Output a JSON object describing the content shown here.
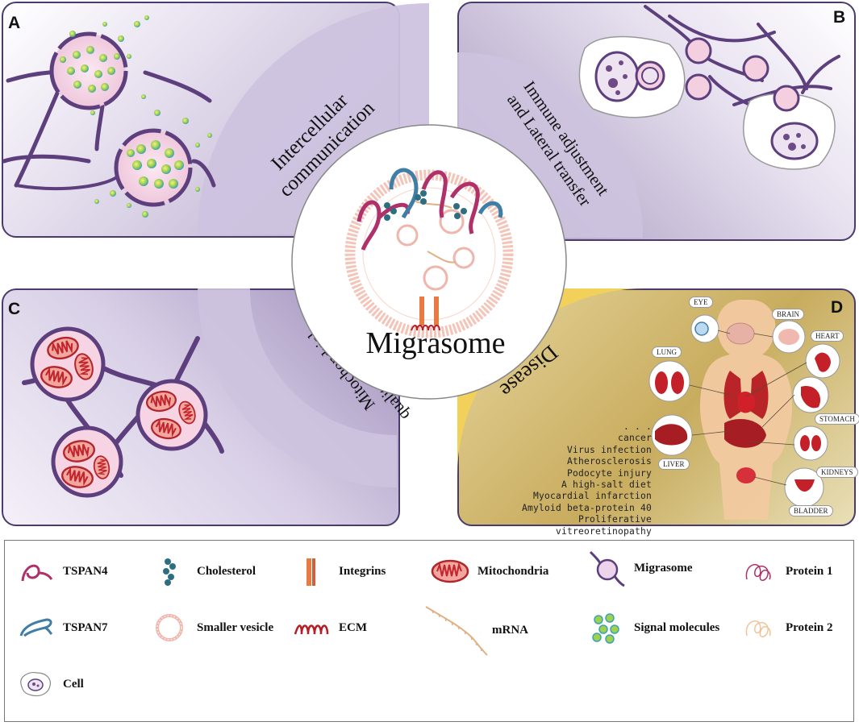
{
  "panels": {
    "a": {
      "label": "A",
      "title_line1": "Intercellular",
      "title_line2": "communication"
    },
    "b": {
      "label": "B",
      "title_line1": "Immune adjustment",
      "title_line2": "and Lateral transfer"
    },
    "c": {
      "label": "C",
      "title_line1": "Mitochondrial",
      "title_line2": "quality-control process"
    },
    "d": {
      "label": "D",
      "title_line1": "Disease",
      "title_line2": "progression"
    }
  },
  "center": {
    "title": "Migrasome"
  },
  "diseases": {
    "ellipsis": ". . .",
    "items": [
      "cancer",
      "Virus infection",
      "Atherosclerosis",
      "Podocyte injury",
      "A high-salt diet",
      "Myocardial infarction",
      "Amyloid beta-protein 40",
      "Proliferative vitreoretinopathy"
    ]
  },
  "organs": {
    "eye": "EYE",
    "brain": "BRAIN",
    "heart": "HEART",
    "lung": "LUNG",
    "stomach": "STOMACH",
    "liver": "LIVER",
    "kidneys": "KIDNEYS",
    "bladder": "BLADDER"
  },
  "legend": {
    "tspan4": "TSPAN4",
    "cholesterol": "Cholesterol",
    "integrins": "Integrins",
    "mitochondria": "Mitochondria",
    "migrasome": "Migrasome",
    "protein1": "Protein 1",
    "tspan7": "TSPAN7",
    "smaller_vesicle": "Smaller vesicle",
    "ecm": "ECM",
    "mrna": "mRNA",
    "signal_molecules": "Signal molecules",
    "protein2": "Protein 2",
    "cell": "Cell"
  },
  "colors": {
    "purple_dark": "#5e3f7e",
    "purple_light": "#c7b9dc",
    "pink": "#f3cfe0",
    "gold": "#e9c95a",
    "tspan4": "#b0306a",
    "tspan7": "#3f7ea6",
    "cholesterol": "#2e6e80",
    "integrin": "#e87a44",
    "mito": "#c0262c",
    "ecm": "#b51e25"
  }
}
